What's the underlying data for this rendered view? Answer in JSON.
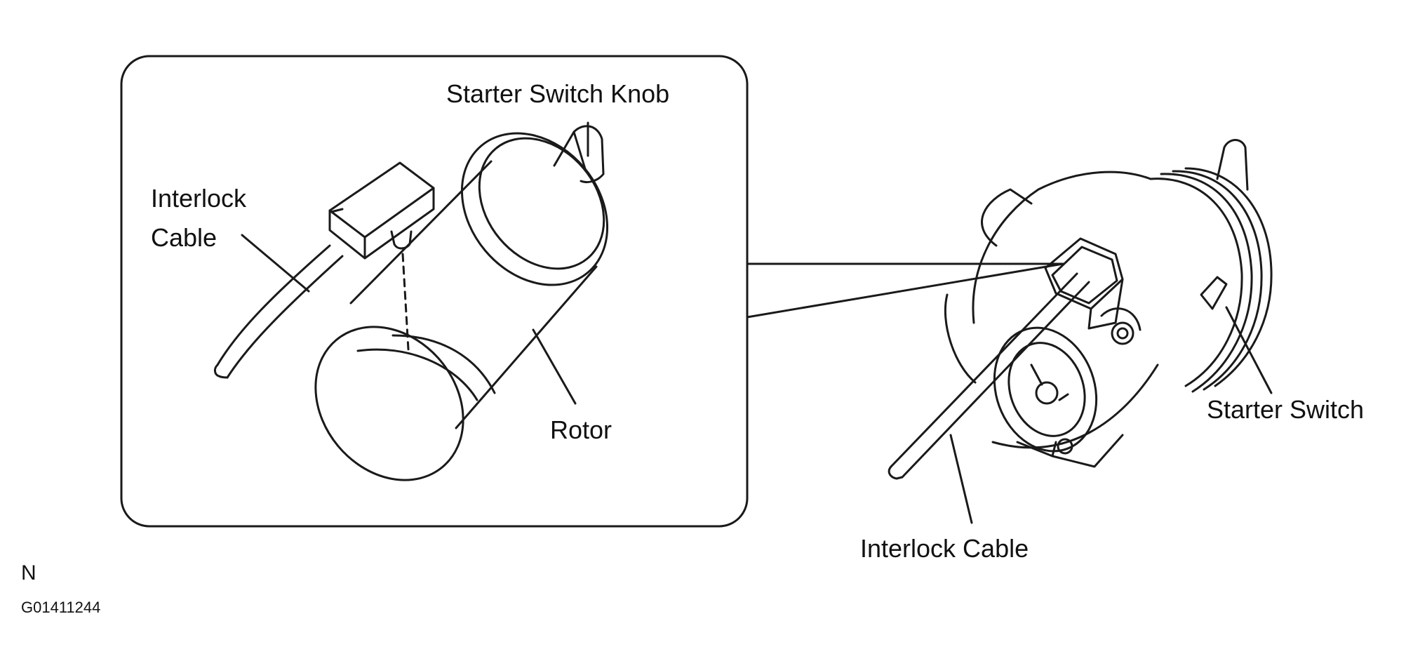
{
  "labels": {
    "starter_switch_knob": "Starter Switch Knob",
    "interlock_cable_inset_line1": "Interlock",
    "interlock_cable_inset_line2": "Cable",
    "rotor": "Rotor",
    "starter_switch": "Starter Switch",
    "interlock_cable": "Interlock Cable"
  },
  "footer": {
    "code_letter": "N",
    "figure_code": "G01411244"
  },
  "colors": {
    "line": "#1a1a1a",
    "background": "#ffffff"
  }
}
